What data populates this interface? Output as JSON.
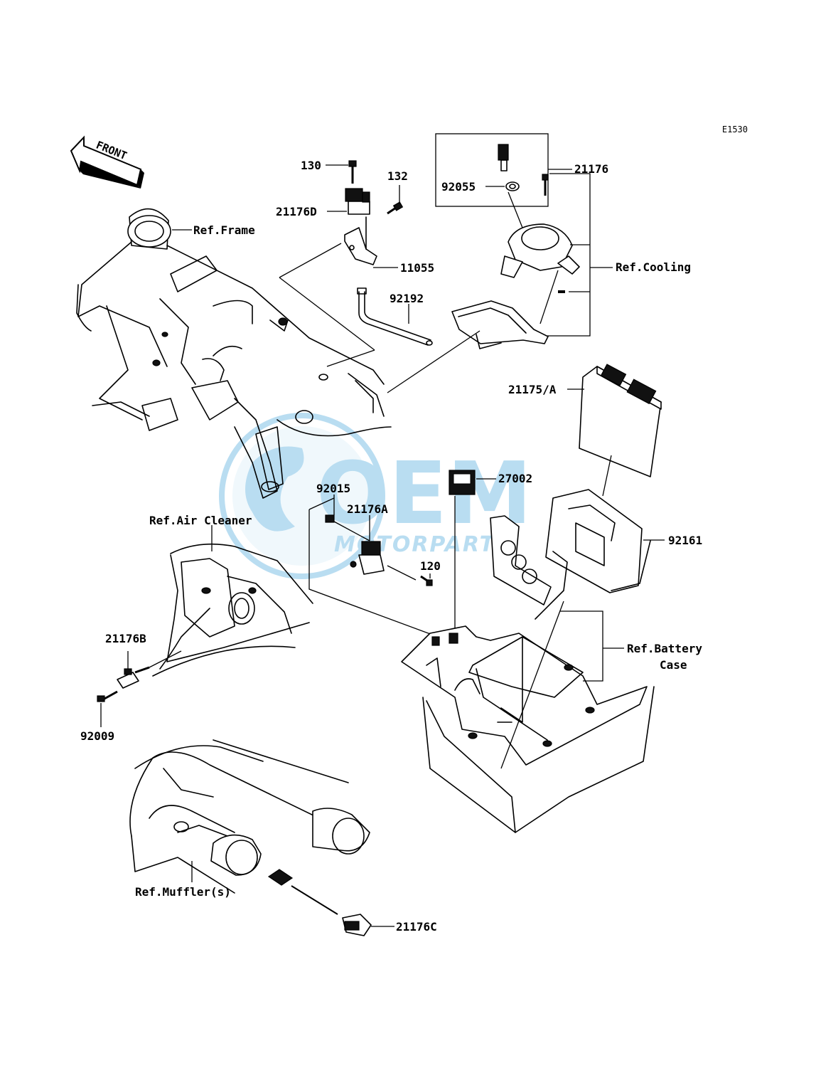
{
  "diagram_code": "E1530",
  "front_label": "FRONT",
  "watermark": {
    "logo_text": "OEM",
    "sub_text": "MOTORPARTS",
    "color": "#3aa0d8"
  },
  "parts": {
    "p130": "130",
    "p132": "132",
    "p21176D": "21176D",
    "p11055": "11055",
    "p92192": "92192",
    "p92055": "92055",
    "p21176": "21176",
    "p21175A": "21175/A",
    "p27002": "27002",
    "p92015": "92015",
    "p21176A": "21176A",
    "p120": "120",
    "p92161": "92161",
    "p21176B": "21176B",
    "p92009": "92009",
    "p21176C": "21176C"
  },
  "refs": {
    "frame": "Ref.Frame",
    "cooling": "Ref.Cooling",
    "air_cleaner": "Ref.Air Cleaner",
    "battery_case_1": "Ref.Battery",
    "battery_case_2": "Case",
    "mufflers": "Ref.Muffler(s)"
  }
}
